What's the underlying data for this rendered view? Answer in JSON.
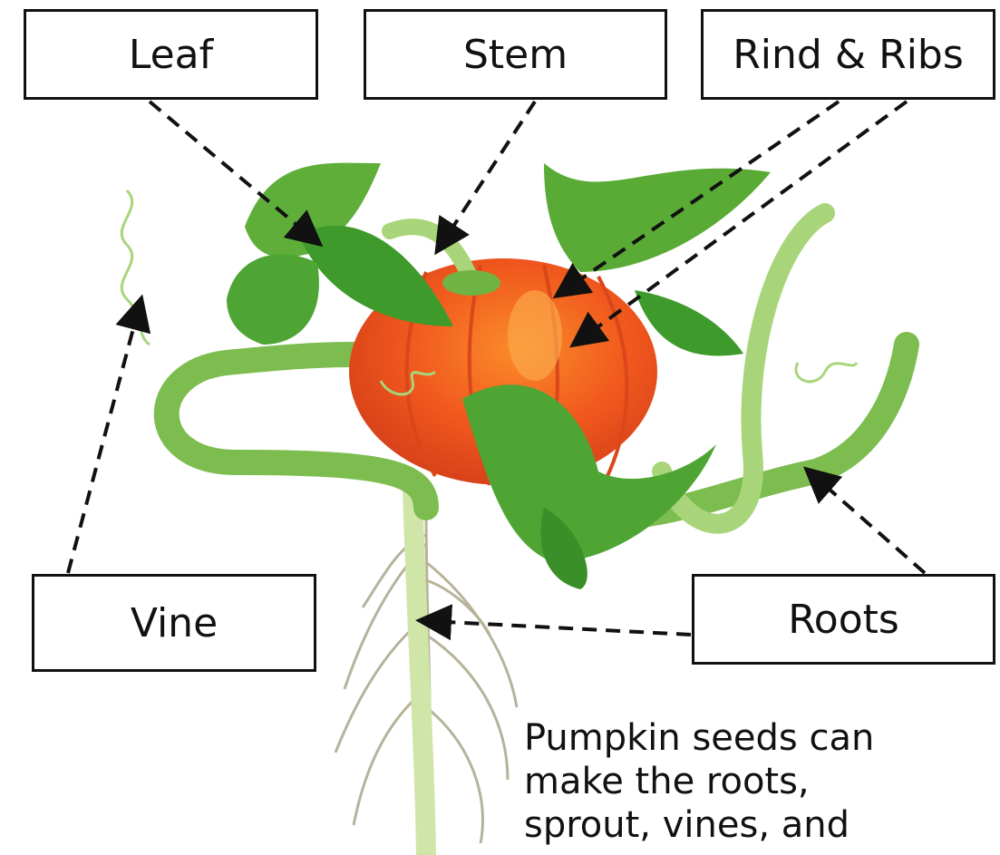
{
  "labels": {
    "leaf": "Leaf",
    "stem": "Stem",
    "rind_ribs": "Rind & Ribs",
    "vine": "Vine",
    "roots": "Roots"
  },
  "caption": {
    "line1": "Pumpkin seeds can",
    "line2": "make the roots,",
    "line3": "sprout, vines, and"
  },
  "colors": {
    "pumpkin": "#f05a1e",
    "pumpkin_highlight": "#f98a2a",
    "leaf_dark": "#3f9a2c",
    "leaf_light": "#7cc24a",
    "vine": "#8cc95a",
    "root": "#b8b49a",
    "arrow": "#111111"
  }
}
